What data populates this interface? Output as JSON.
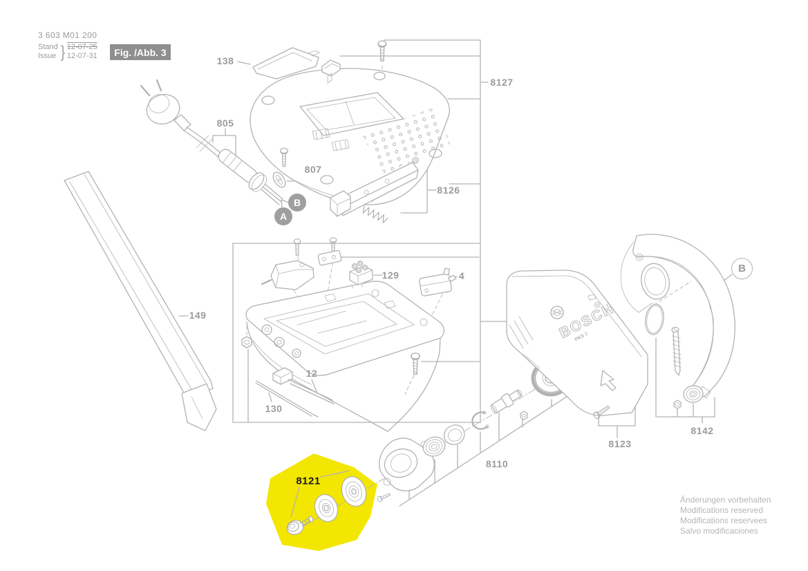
{
  "header": {
    "doc_number": "3 603 M01 200",
    "stand_label": "Stand",
    "issue_label": "Issue",
    "brace": "}",
    "old_date": "12-07-25",
    "new_date": "12-07-31",
    "figure_label": "Fig. /Abb. 3"
  },
  "brand": {
    "logo": "BOSCH",
    "model": "PKS 7"
  },
  "markers": {
    "a_left": "A",
    "b_left": "B",
    "b_right": "B"
  },
  "part_labels": {
    "p138": "138",
    "p8127": "8127",
    "p805": "805",
    "p807": "807",
    "p8126": "8126",
    "p149": "149",
    "p129": "129",
    "p4": "4",
    "p12": "12",
    "p130": "130",
    "p8110": "8110",
    "p8121": "8121",
    "p8123": "8123",
    "p8142": "8142"
  },
  "footer": {
    "line1": "Änderungen vorbehalten",
    "line2": "Modifications reserved",
    "line3": "Modifications reservees",
    "line4": "Salvo modificaciones"
  },
  "colors": {
    "highlight": "#f3e600",
    "line": "#b2b2b2",
    "label": "#9b9b9b",
    "label_dark": "#1a1a1a",
    "figure_box_bg": "#8f8f8f",
    "marker_fill": "#9f9f9f",
    "footer_text": "#b5b5b5"
  }
}
